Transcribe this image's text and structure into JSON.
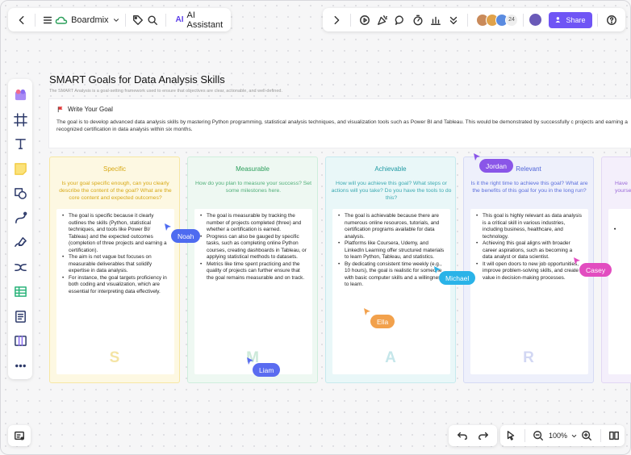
{
  "toolbar": {
    "brand": "Boardmix",
    "ai_label": "AI Assistant",
    "ai_logo": "AI",
    "share_label": "Share",
    "collaborator_count": "24"
  },
  "board": {
    "title": "SMART Goals for Data Analysis Skills",
    "subtitle": "The SMART Analysis is a goal-setting framework used to ensure that objectives are clear, actionable, and well-defined.",
    "goal_heading": "Write Your Goal",
    "goal_text": "The goal is to develop advanced data analysis skills by mastering Python programming, statistical analysis techniques, and visualization tools such as Power BI and Tableau. This would be demonstrated by successfully c projects and earning a recognized certification in data analysis within six months."
  },
  "cards": [
    {
      "title": "Specific",
      "question": "Is your goal specific enough, can you clearly describe the content of the goal? What are the core content and expected outcomes?",
      "letter": "S",
      "points": [
        "The goal is specific because it clearly outlines the skills (Python, statistical techniques, and tools like Power BI/ Tableau) and the expected outcomes (completion of three projects and earning a certification).",
        "The aim is not vague but focuses on measurable deliverables that solidify expertise in data analysis.",
        "For instance, the goal targets proficiency in both coding and visualization, which are essential for interpreting data effectively."
      ]
    },
    {
      "title": "Measurable",
      "question": "How do you plan to measure your success? Set some milestones here.",
      "letter": "M",
      "points": [
        "The goal is measurable by tracking the number of projects completed (three) and whether a certification is earned.",
        "Progress can also be gauged by specific tasks, such as completing online Python courses, creating dashboards in Tableau, or applying statistical methods to datasets.",
        "Metrics like time spent practicing and the quality of projects can further ensure that the goal remains measurable and on track."
      ]
    },
    {
      "title": "Achievable",
      "question": "How will you achieve this goal? What steps or actions will you take? Do you have the tools to do this?",
      "letter": "A",
      "points": [
        "The goal is achievable because there are numerous online resources, tutorials, and certification programs available for data analysis.",
        "Platforms like Coursera, Udemy, and LinkedIn Learning offer structured materials to learn Python, Tableau, and statistics.",
        "By dedicating consistent time weekly (e.g., 10 hours), the goal is realistic for someone with basic computer skills and a willingness to learn."
      ]
    },
    {
      "title": "Relevant",
      "question": "Is it the right time to achieve this goal? What are the benefits of this goal for you in the long run?",
      "letter": "R",
      "points": [
        "This goal is highly relevant as data analysis is a critical skill in various industries, including business, healthcare, and technology.",
        "Achieving this goal aligns with broader career aspirations, such as becoming a data analyst or data scientist.",
        "It will open doors to new job opportunities, improve problem-solving skills, and create value in decision-making processes."
      ]
    },
    {
      "title": "",
      "question": "Have yourself?",
      "letter": "",
      "points": [
        "",
        "",
        "",
        ""
      ]
    }
  ],
  "cursors": [
    {
      "name": "Noah",
      "color": "#4e6bf0"
    },
    {
      "name": "Jordan",
      "color": "#8a56e8"
    },
    {
      "name": "Michael",
      "color": "#2ab3e8"
    },
    {
      "name": "Casey",
      "color": "#e24dc0"
    },
    {
      "name": "Ella",
      "color": "#f2a14c"
    },
    {
      "name": "Liam",
      "color": "#5a6cf0"
    }
  ],
  "zoom": "100%",
  "colors": {
    "accent": "#6f55f5"
  }
}
